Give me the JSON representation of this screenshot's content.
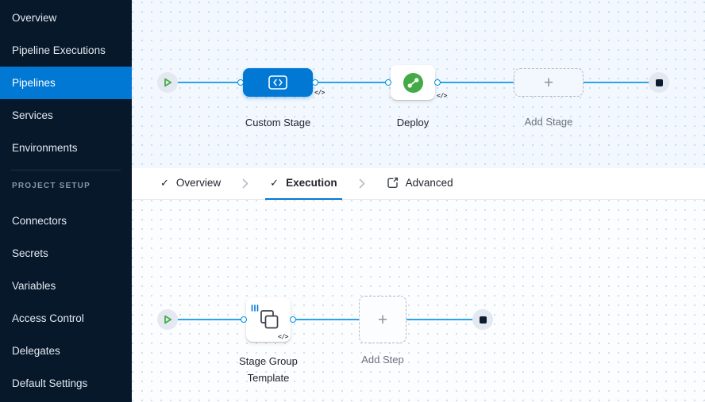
{
  "colors": {
    "accent": "#0278d5",
    "connector_line": "#0092e4",
    "green": "#42ab45",
    "sidebar_bg": "#07182b"
  },
  "sidebar": {
    "items": [
      {
        "label": "Overview",
        "active": false
      },
      {
        "label": "Pipeline Executions",
        "active": false
      },
      {
        "label": "Pipelines",
        "active": true
      },
      {
        "label": "Services",
        "active": false
      },
      {
        "label": "Environments",
        "active": false
      }
    ],
    "section_header": "PROJECT SETUP",
    "setup_items": [
      {
        "label": "Connectors"
      },
      {
        "label": "Secrets"
      },
      {
        "label": "Variables"
      },
      {
        "label": "Access Control"
      },
      {
        "label": "Delegates"
      },
      {
        "label": "Default Settings"
      }
    ]
  },
  "tabs": {
    "overview": "Overview",
    "execution": "Execution",
    "advanced": "Advanced"
  },
  "stage_pipeline": {
    "custom_stage_label": "Custom Stage",
    "deploy_label": "Deploy",
    "add_stage_label": "Add Stage"
  },
  "execution_pipeline": {
    "template_label": "Stage Group Template",
    "add_step_label": "Add Step"
  },
  "icons": {
    "check": "✓",
    "plus": "+",
    "code": "</>"
  }
}
